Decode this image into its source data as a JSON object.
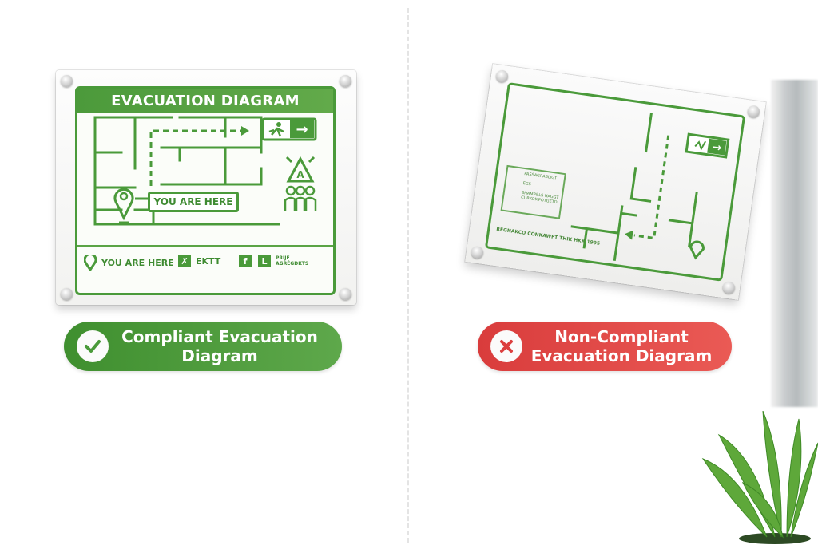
{
  "compliant": {
    "sign_title": "EVACUATION DIAGRAM",
    "you_are_here_label": "YOU ARE HERE",
    "legend": [
      {
        "icon": "location-pin-icon",
        "label": "YOU ARE HERE"
      },
      {
        "icon": "exit-runner-icon",
        "label": "EKTT"
      },
      {
        "icon": "fire-extinguisher-icon",
        "label": ""
      },
      {
        "icon": "assembly-point-icon",
        "label": "PRIJE AGRÉGDKTS"
      }
    ],
    "badge_label_line1": "Compliant Evacuation",
    "badge_label_line2": "Diagram",
    "badge_icon": "checkmark-icon",
    "color": "#4a9a3a"
  },
  "non_compliant": {
    "legend_lines": [
      "PASSAGRABLIGT",
      "EGS",
      "SNAMBBLS HAGGT",
      "CUBKOMPOTGETD"
    ],
    "footer_text": "REGNAKCO CONKAWFT THIK HKK 1995",
    "badge_label_line1": "Non-Compliant",
    "badge_label_line2": "Evacuation Diagram",
    "badge_icon": "x-mark-icon",
    "color": "#e0463f"
  },
  "icons": {
    "exit_arrow": "→"
  }
}
